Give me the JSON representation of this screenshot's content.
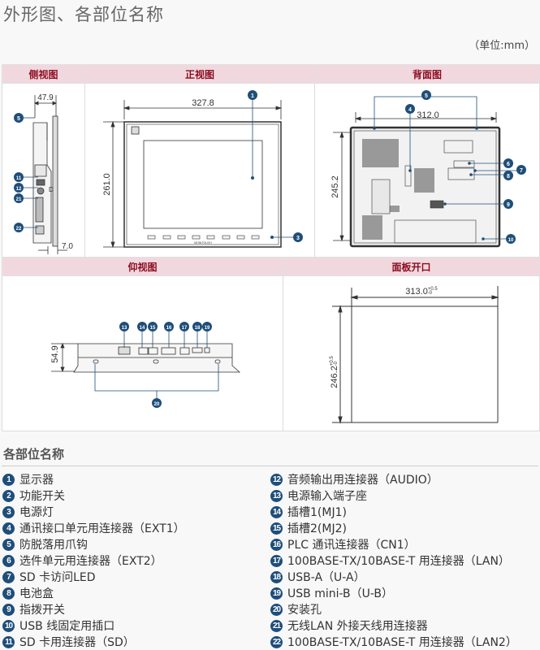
{
  "page": {
    "title": "外形图、各部位名称",
    "unit_note": "（单位:mm）"
  },
  "views_top": {
    "headers": [
      "侧视图",
      "正视图",
      "背面图"
    ],
    "side": {
      "depth": "47.9",
      "bezel": "7.0",
      "callouts": [
        "5",
        "11",
        "12",
        "21",
        "22"
      ]
    },
    "front": {
      "width": "327.8",
      "height": "261.0",
      "callouts": [
        "1",
        "3"
      ],
      "brand_text": "MONITOUCH"
    },
    "back": {
      "width": "312.0",
      "height": "245.2",
      "callouts": [
        "5",
        "4",
        "6",
        "7",
        "8",
        "9",
        "10"
      ]
    }
  },
  "views_bottom": {
    "headers": [
      "仰视图",
      "面板开口"
    ],
    "bottom": {
      "height": "54.9",
      "callouts": [
        "13",
        "14",
        "15",
        "16",
        "17",
        "18",
        "19",
        "20"
      ]
    },
    "cutout": {
      "width": "313.0",
      "width_tol_plus": "+0.5",
      "width_tol_minus": "-0",
      "height": "246.2",
      "height_tol_plus": "+0.5",
      "height_tol_minus": "-0"
    }
  },
  "parts_section": {
    "title": "各部位名称",
    "colors": {
      "badge": "#1f4e79",
      "header_bg": "#f1d8df",
      "header_text": "#8b0b1f"
    },
    "left": [
      {
        "num": "1",
        "label": "显示器"
      },
      {
        "num": "2",
        "label": "功能开关"
      },
      {
        "num": "3",
        "label": "电源灯"
      },
      {
        "num": "4",
        "label": "通讯接口单元用连接器（EXT1）"
      },
      {
        "num": "5",
        "label": "防脱落用爪钩"
      },
      {
        "num": "6",
        "label": "选件单元用连接器（EXT2）"
      },
      {
        "num": "7",
        "label": "SD 卡访问LED"
      },
      {
        "num": "8",
        "label": "电池盒"
      },
      {
        "num": "9",
        "label": "指拨开关"
      },
      {
        "num": "10",
        "label": "USB 线固定用插口"
      },
      {
        "num": "11",
        "label": "SD 卡用连接器（SD）"
      }
    ],
    "right": [
      {
        "num": "12",
        "label": "音频输出用连接器（AUDIO）"
      },
      {
        "num": "13",
        "label": "电源输入端子座"
      },
      {
        "num": "14",
        "label": "插槽1(MJ1)"
      },
      {
        "num": "15",
        "label": "插槽2(MJ2)"
      },
      {
        "num": "16",
        "label": "PLC 通讯连接器（CN1）"
      },
      {
        "num": "17",
        "label": "100BASE-TX/10BASE-T 用连接器（LAN）"
      },
      {
        "num": "18",
        "label": "USB-A（U-A）"
      },
      {
        "num": "19",
        "label": "USB mini-B（U-B）"
      },
      {
        "num": "20",
        "label": "安装孔"
      },
      {
        "num": "21",
        "label": "无线LAN 外接天线用连接器"
      },
      {
        "num": "22",
        "label": "100BASE-TX/10BASE-T 用连接器（LAN2）"
      }
    ]
  }
}
